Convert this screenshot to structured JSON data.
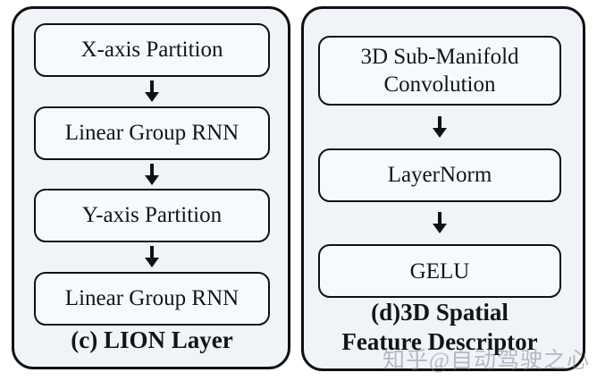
{
  "diagram": {
    "panels": [
      {
        "id": "lion-layer",
        "caption": "(c) LION Layer",
        "boxes": [
          "X-axis Partition",
          "Linear Group RNN",
          "Y-axis Partition",
          "Linear Group RNN"
        ]
      },
      {
        "id": "3d-spatial-feature-descriptor",
        "caption": "(d)3D Spatial\nFeature Descriptor",
        "boxes": [
          "3D Sub-Manifold Convolution",
          "LayerNorm",
          "GELU"
        ]
      }
    ],
    "colors": {
      "panel_fill": "#f0f4f8",
      "box_fill": "#f7fafd",
      "stroke": "#111111",
      "watermark_gray": "#828892"
    }
  },
  "watermark": {
    "text": "知乎@自动驾驶之心"
  }
}
